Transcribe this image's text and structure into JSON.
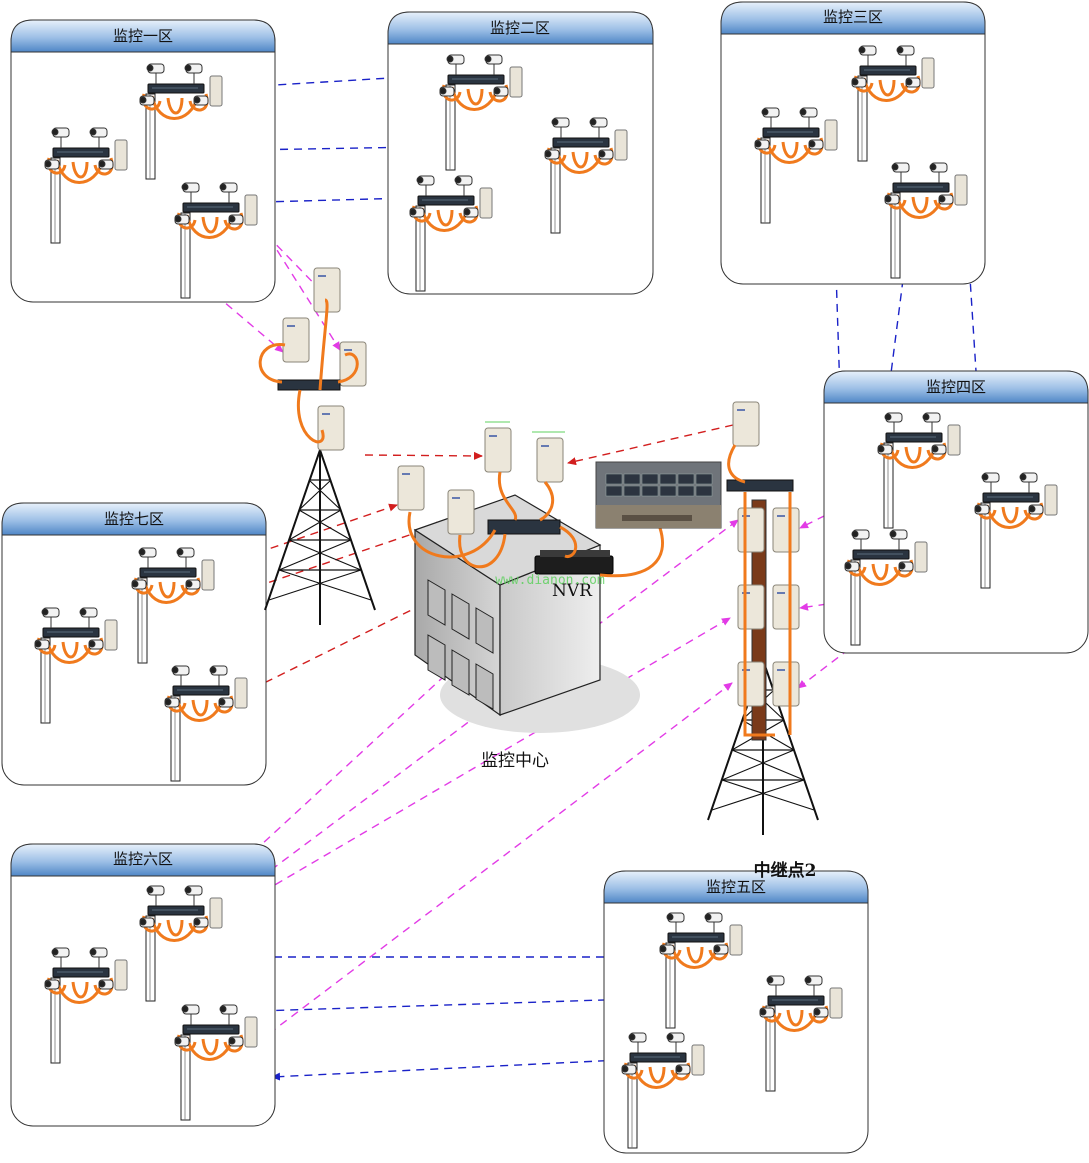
{
  "zones": {
    "z1": "监控一区",
    "z2": "监控二区",
    "z3": "监控三区",
    "z4": "监控四区",
    "z5": "监控五区",
    "z6": "监控六区",
    "z7": "监控七区"
  },
  "center": {
    "label": "监控中心",
    "nvr_label": "NVR",
    "watermark": "www.dianon.com"
  },
  "relay2": {
    "label": "中继点2"
  },
  "colors": {
    "zone_header": "#4f86c6",
    "zone_header_light": "#d6e6f8",
    "blue_link": "#1a22c8",
    "magenta_link": "#e23be6",
    "red_link": "#d21e1e",
    "cable": "#f07a1d"
  }
}
